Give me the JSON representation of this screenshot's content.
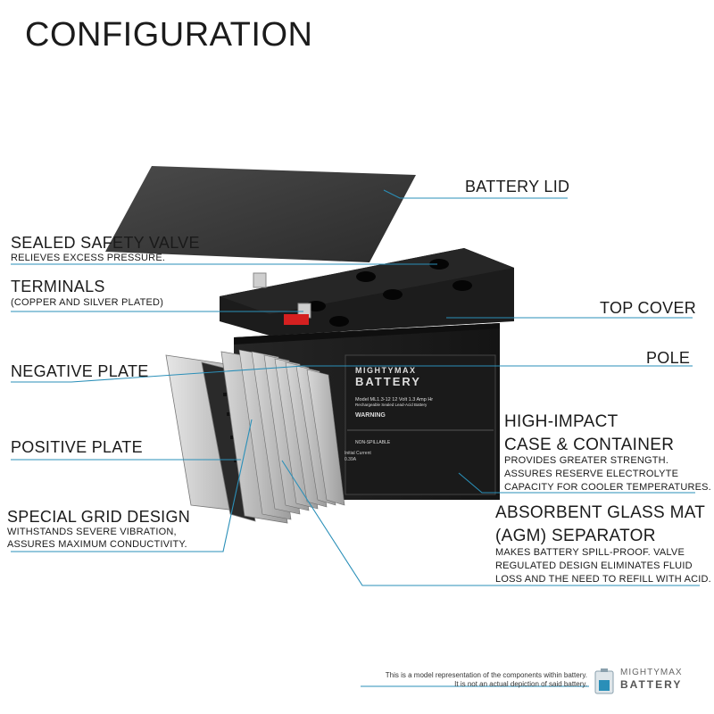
{
  "title": "CONFIGURATION",
  "labels": {
    "battery_lid": "BATTERY LID",
    "sealed_valve": "SEALED SAFETY VALVE",
    "sealed_valve_desc": "RELIEVES EXCESS PRESSURE.",
    "terminals": "TERMINALS",
    "terminals_desc": "(COPPER AND SILVER PLATED)",
    "top_cover": "TOP COVER",
    "negative_plate": "NEGATIVE PLATE",
    "pole": "POLE",
    "case_line1": "HIGH-IMPACT",
    "case_line2": "CASE & CONTAINER",
    "case_desc1": "PROVIDES GREATER STRENGTH.",
    "case_desc2": "ASSURES RESERVE ELECTROLYTE",
    "case_desc3": "CAPACITY FOR COOLER TEMPERATURES.",
    "positive_plate": "POSITIVE PLATE",
    "grid": "SPECIAL GRID DESIGN",
    "grid_desc1": "WITHSTANDS SEVERE VIBRATION,",
    "grid_desc2": "ASSURES MAXIMUM CONDUCTIVITY.",
    "agm_line1": "ABSORBENT GLASS MAT",
    "agm_line2": "(AGM) SEPARATOR",
    "agm_desc1": "MAKES BATTERY SPILL-PROOF. VALVE",
    "agm_desc2": "REGULATED DESIGN ELIMINATES FLUID",
    "agm_desc3": "LOSS AND THE NEED TO REFILL WITH ACID."
  },
  "battery_label": {
    "brand_top": "MIGHTYMAX",
    "brand_bottom": "BATTERY",
    "model": "Model ML1.3-12   12 Volt 1.3 Amp Hr",
    "subtitle": "Rechargeable Sealed Lead-Acid Battery",
    "warning": "WARNING",
    "non_spillable": "NON-SPILLABLE",
    "side_text": "Initial Current",
    "side_value": "0.39A"
  },
  "footer": {
    "line1": "This is a model representation of the components within battery.",
    "line2": "It is not an actual depiction of said battery.",
    "brand_top": "MIGHTYMAX",
    "brand_bottom": "BATTERY"
  },
  "colors": {
    "leader": "#2a8fb8",
    "battery_body": "#1e1e1e",
    "lid": "#3a3a3a",
    "terminal_red": "#d42020"
  }
}
